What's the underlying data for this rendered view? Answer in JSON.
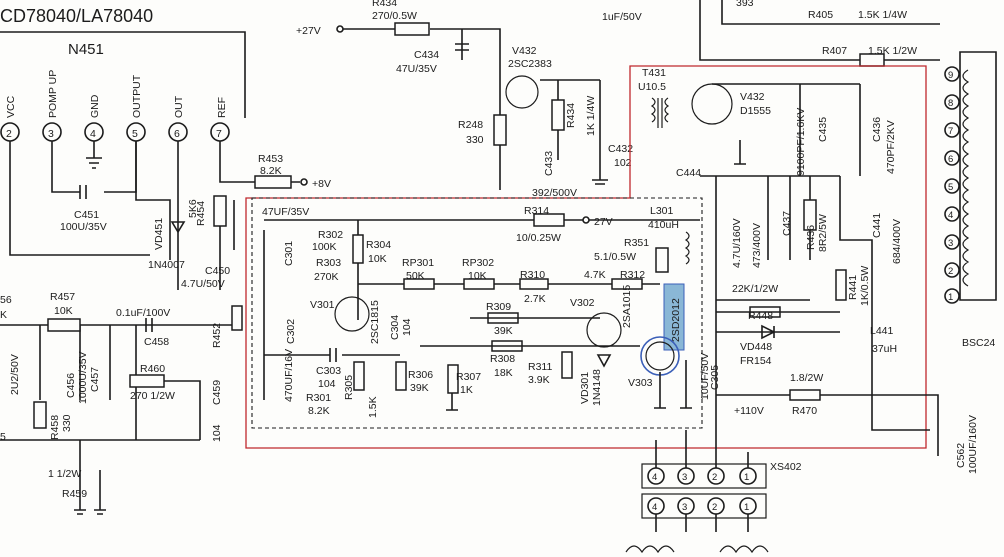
{
  "ic": {
    "part": "CD78040/LA78040",
    "ref": "N451",
    "pins": [
      {
        "num": "2",
        "name": "VCC"
      },
      {
        "num": "3",
        "name": "POMP UP"
      },
      {
        "num": "4",
        "name": "GND"
      },
      {
        "num": "5",
        "name": "OUTPUT"
      },
      {
        "num": "6",
        "name": "OUT"
      },
      {
        "num": "7",
        "name": "REF"
      }
    ]
  },
  "supplies": {
    "v27_top": "+27V",
    "v8": "+8V",
    "v27_mid": "27V",
    "v110": "+110V"
  },
  "components": {
    "R434_top": {
      "ref": "R434",
      "value": "270/0.5W"
    },
    "C434": {
      "ref": "C434",
      "value": "47U/35V"
    },
    "V432a": {
      "ref": "V432",
      "part": "2SC2383"
    },
    "R248": {
      "ref": "R248",
      "value": "330"
    },
    "R434_mid": {
      "ref": "R434",
      "value": "1K 1/4W"
    },
    "C433": {
      "ref": "C433"
    },
    "C432": {
      "ref": "C432",
      "value": "102"
    },
    "v392": {
      "value": "392/500V"
    },
    "top_cap": {
      "value": "1uF/50V"
    },
    "c393": {
      "value": "393"
    },
    "R405": {
      "ref": "R405",
      "value": "1.5K 1/4W"
    },
    "R407": {
      "ref": "R407",
      "value": "1.5K 1/2W"
    },
    "T431": {
      "ref": "T431",
      "part": "U10.5"
    },
    "V432b": {
      "ref": "V432",
      "part": "D1555"
    },
    "C435": {
      "ref": "C435",
      "value": "9100PF/1.6KV"
    },
    "C436": {
      "ref": "C436",
      "value": "470PF/2KV"
    },
    "C444": {
      "ref": "C444"
    },
    "R453": {
      "ref": "R453",
      "value": "8.2K"
    },
    "C451": {
      "ref": "C451",
      "value": "100U/35V"
    },
    "VD451": {
      "ref": "VD451",
      "part": "1N4007"
    },
    "R454": {
      "ref": "R454",
      "value": "5K6"
    },
    "C450": {
      "ref": "C450",
      "value": "4.7U/50V"
    },
    "C301": {
      "ref": "C301",
      "value": "47UF/35V"
    },
    "R302": {
      "ref": "R302",
      "value": "100K"
    },
    "R303": {
      "ref": "R303",
      "value": "270K"
    },
    "R304": {
      "ref": "R304",
      "value": "10K"
    },
    "RP301": {
      "ref": "RP301",
      "value": "50K"
    },
    "RP302": {
      "ref": "RP302",
      "value": "10K"
    },
    "R314": {
      "ref": "R314",
      "value": "10/0.25W"
    },
    "L301": {
      "ref": "L301",
      "value": "410uH"
    },
    "R351": {
      "ref": "R351",
      "value": "5.1/0.5W"
    },
    "R312": {
      "ref": "R312",
      "value": "4.7K"
    },
    "R310": {
      "ref": "R310",
      "value": "2.7K"
    },
    "R309": {
      "ref": "R309",
      "value": "39K"
    },
    "R308": {
      "ref": "R308",
      "value": "18K"
    },
    "R311": {
      "ref": "R311",
      "value": "3.9K"
    },
    "R307": {
      "ref": "R307",
      "value": "1K"
    },
    "R306": {
      "ref": "R306",
      "value": "39K"
    },
    "R305": {
      "ref": "R305",
      "value": "1.5K"
    },
    "R301": {
      "ref": "R301",
      "value": "8.2K"
    },
    "C303": {
      "ref": "C303",
      "value": "104"
    },
    "C302": {
      "ref": "C302",
      "value": "470UF/16V"
    },
    "C304": {
      "ref": "C304",
      "value": "104"
    },
    "V301": {
      "ref": "V301",
      "part": "2SC1815"
    },
    "V302": {
      "ref": "V302",
      "part": "2SA1015"
    },
    "V303": {
      "ref": "V303",
      "part": "2SD2012"
    },
    "VD301": {
      "ref": "VD301",
      "part": "1N4148"
    },
    "C305": {
      "ref": "C305",
      "value": "10UF/50V"
    },
    "C437": {
      "ref": "C437",
      "value": "473/400V"
    },
    "C_47u": {
      "value": "4.7U/160V"
    },
    "R436": {
      "ref": "R436",
      "value": "8R2/5W"
    },
    "C441": {
      "ref": "C441",
      "value": "684/400V"
    },
    "R448": {
      "ref": "R448",
      "value": "22K/1/2W"
    },
    "VD448": {
      "ref": "VD448",
      "part": "FR154"
    },
    "R441": {
      "ref": "R441",
      "value": "1K/0.5W"
    },
    "L441": {
      "ref": "L441",
      "value": "37uH"
    },
    "R470": {
      "ref": "R470",
      "value": "1.8/2W"
    },
    "C562": {
      "ref": "C562",
      "value": "100UF/160V"
    },
    "BSC": {
      "ref": "BSC24"
    },
    "R457": {
      "ref": "R457",
      "value": "10K"
    },
    "C458": {
      "ref": "C458",
      "value": "0.1uF/100V"
    },
    "R452": {
      "ref": "R452"
    },
    "C459": {
      "ref": "C459",
      "value": "104"
    },
    "C456": {
      "ref": "C456",
      "value": "1000U/35V"
    },
    "C457": {
      "ref": "C457"
    },
    "R458": {
      "ref": "R458",
      "value": "330"
    },
    "R459": {
      "ref": "R459",
      "value": "1 1/2W"
    },
    "R460": {
      "ref": "R460",
      "value": "270 1/2W"
    },
    "left_cap": {
      "value": "2U2/50V"
    },
    "XS402": {
      "ref": "XS402"
    },
    "left_edge_56": {
      "value": "56"
    },
    "left_edge_k": {
      "value": "K"
    },
    "left_edge_5": {
      "value": "5"
    }
  },
  "connector": {
    "pins": [
      "4",
      "3",
      "2",
      "1"
    ]
  },
  "fbt_pins": [
    "9",
    "8",
    "7",
    "6",
    "5",
    "4",
    "3",
    "2",
    "1"
  ],
  "colors": {
    "highlight_region": "#c0282d",
    "highlight_part_fill": "#8ab7d6",
    "circle_marker": "#3b5fb8"
  }
}
